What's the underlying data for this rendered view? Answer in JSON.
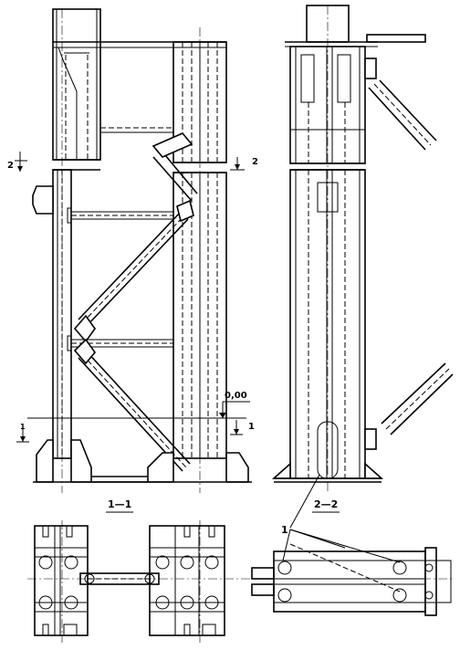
{
  "sections": {
    "section_1": "1—1",
    "section_2": "2—2"
  },
  "cut_marks": {
    "cut_2_left": "2",
    "cut_2_right": "2",
    "cut_1_left": "1",
    "cut_1_right": "1"
  },
  "elevation": {
    "value": "0,00"
  },
  "callouts": {
    "item_1": "1"
  }
}
